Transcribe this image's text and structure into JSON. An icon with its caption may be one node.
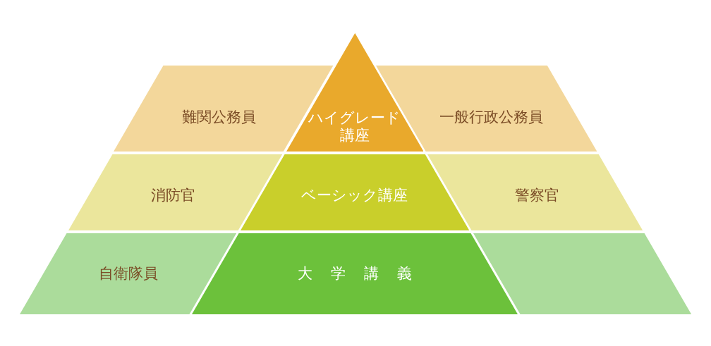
{
  "diagram": {
    "nodes": [
      {
        "text": [
          "難関公務員"
        ]
      },
      {
        "text": [
          "ハイグレード講座"
        ]
      },
      {
        "text": [
          "一般行政公務員"
        ]
      },
      {
        "text": [
          "消防官"
        ]
      },
      {
        "text": [
          "ベーシック講座"
        ]
      },
      {
        "text": [
          "警察官"
        ]
      },
      {
        "text": [
          "自衛隊員"
        ]
      },
      {
        "text": [
          "大学講義"
        ]
      },
      {
        "text": [],
        "shape": "box"
      }
    ]
  }
}
